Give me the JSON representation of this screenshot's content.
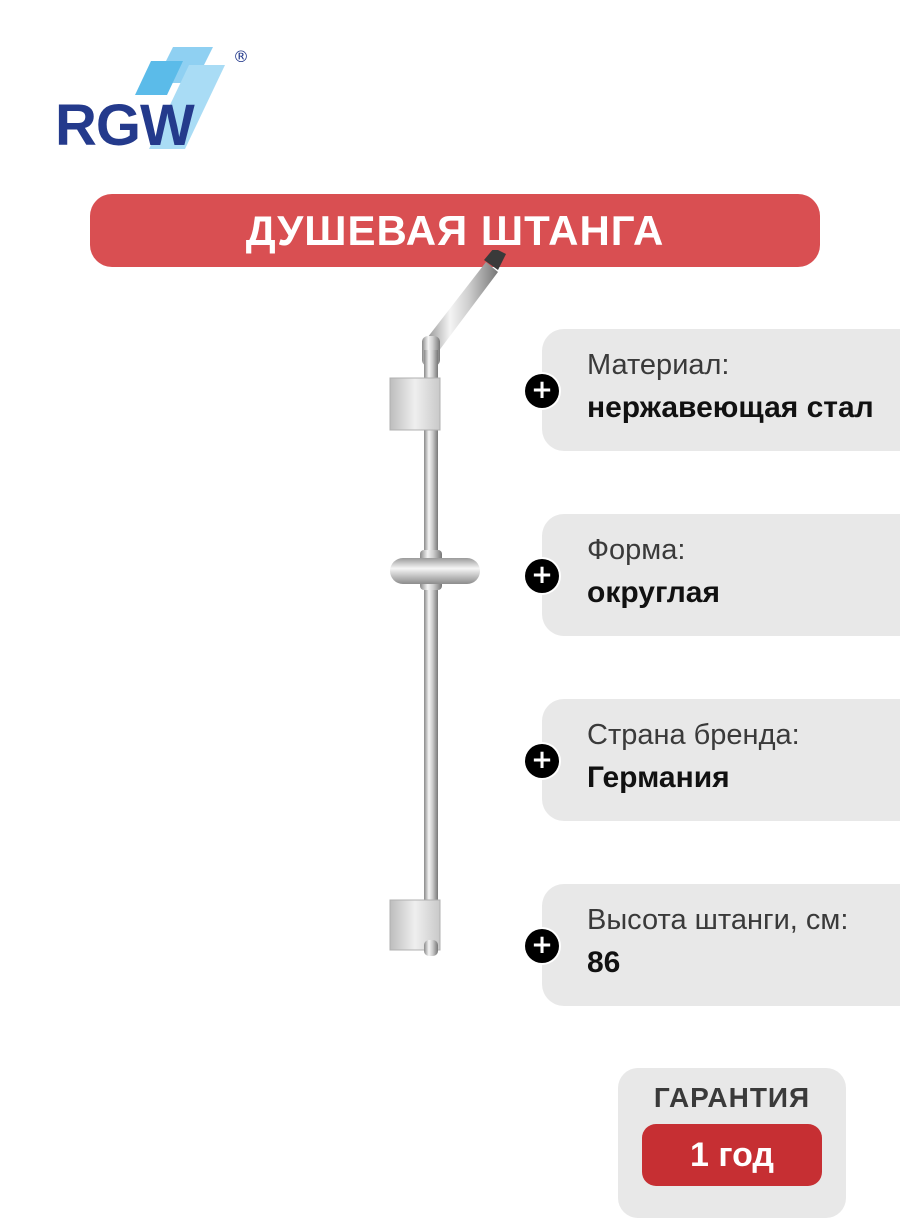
{
  "brand": {
    "name": "RGW",
    "registered_mark": "®",
    "primary_color": "#243a8c",
    "accent_color": "#4fb6e8"
  },
  "banner": {
    "title": "ДУШЕВАЯ ШТАНГА",
    "color": "#d94f52"
  },
  "product": {
    "image": "shower-rail-chrome"
  },
  "specs": [
    {
      "label": "Материал:",
      "value": "нержавеющая стал",
      "icon": "plus-icon"
    },
    {
      "label": "Форма:",
      "value": "округлая",
      "icon": "plus-icon"
    },
    {
      "label": "Страна бренда:",
      "value": "Германия",
      "icon": "plus-icon"
    },
    {
      "label": "Высота штанги, см:",
      "value": "86",
      "icon": "plus-icon"
    }
  ],
  "warranty": {
    "label": "ГАРАНТИЯ",
    "value": "1 год",
    "color": "#c62f33"
  }
}
